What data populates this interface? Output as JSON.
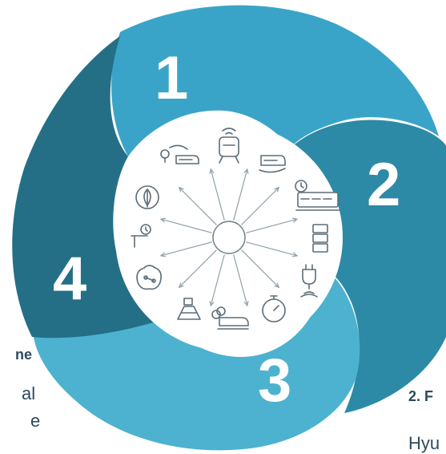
{
  "diagram": {
    "segments": [
      {
        "number": "1",
        "color": "#3aa4c8"
      },
      {
        "number": "2",
        "color": "#2c8aa6"
      },
      {
        "number": "3",
        "color": "#4cb2d0"
      },
      {
        "number": "4",
        "color": "#246f86"
      }
    ],
    "hub_icons": [
      "train-wifi-icon",
      "train-hand-icon",
      "locomotive-clock-icon",
      "server-rack-icon",
      "power-plug-signal-icon",
      "stopwatch-icon",
      "train-coins-icon",
      "track-cone-icon",
      "brain-circuit-icon",
      "signal-clock-icon",
      "leaf-circle-icon",
      "train-bulb-cycle-icon"
    ]
  },
  "edge_text": {
    "left_bold_fragment": "ne",
    "left_line_2": "al",
    "left_line_3": "e",
    "right_bold_fragment": "2. F",
    "right_line_2": "Hyu"
  },
  "colors": {
    "text": "#2c4a5c",
    "hub_fill": "#ffffff",
    "icon_stroke": "#5d6d78"
  }
}
